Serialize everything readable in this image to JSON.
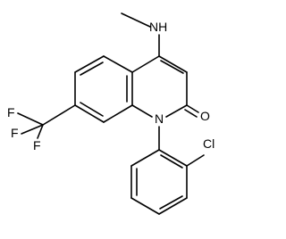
{
  "molecule": {
    "atoms": {
      "nh": "NH",
      "n": "N",
      "o": "O",
      "cl": "Cl",
      "f1": "F",
      "f2": "F",
      "f3": "F"
    }
  },
  "colors": {
    "bond": "#000000",
    "text": "#000000",
    "background": "#ffffff"
  }
}
